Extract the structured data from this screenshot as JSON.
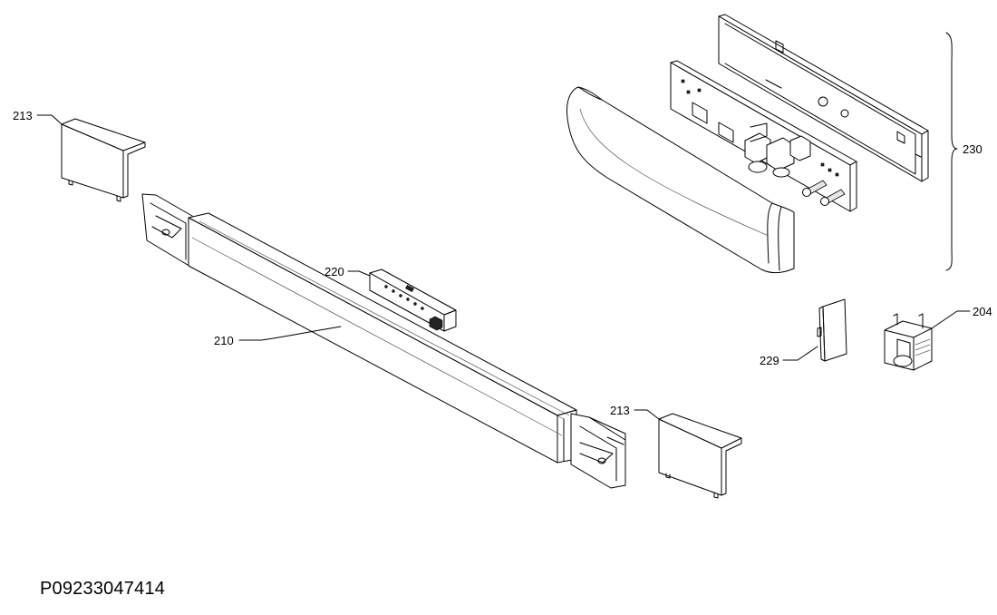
{
  "diagram": {
    "labels": [
      {
        "id": "213-left",
        "text": "213"
      },
      {
        "id": "220",
        "text": "220"
      },
      {
        "id": "210",
        "text": "210"
      },
      {
        "id": "213-right",
        "text": "213"
      },
      {
        "id": "230",
        "text": "230"
      },
      {
        "id": "229",
        "text": "229"
      },
      {
        "id": "204",
        "text": "204"
      }
    ],
    "part_code": "P09233047414"
  }
}
